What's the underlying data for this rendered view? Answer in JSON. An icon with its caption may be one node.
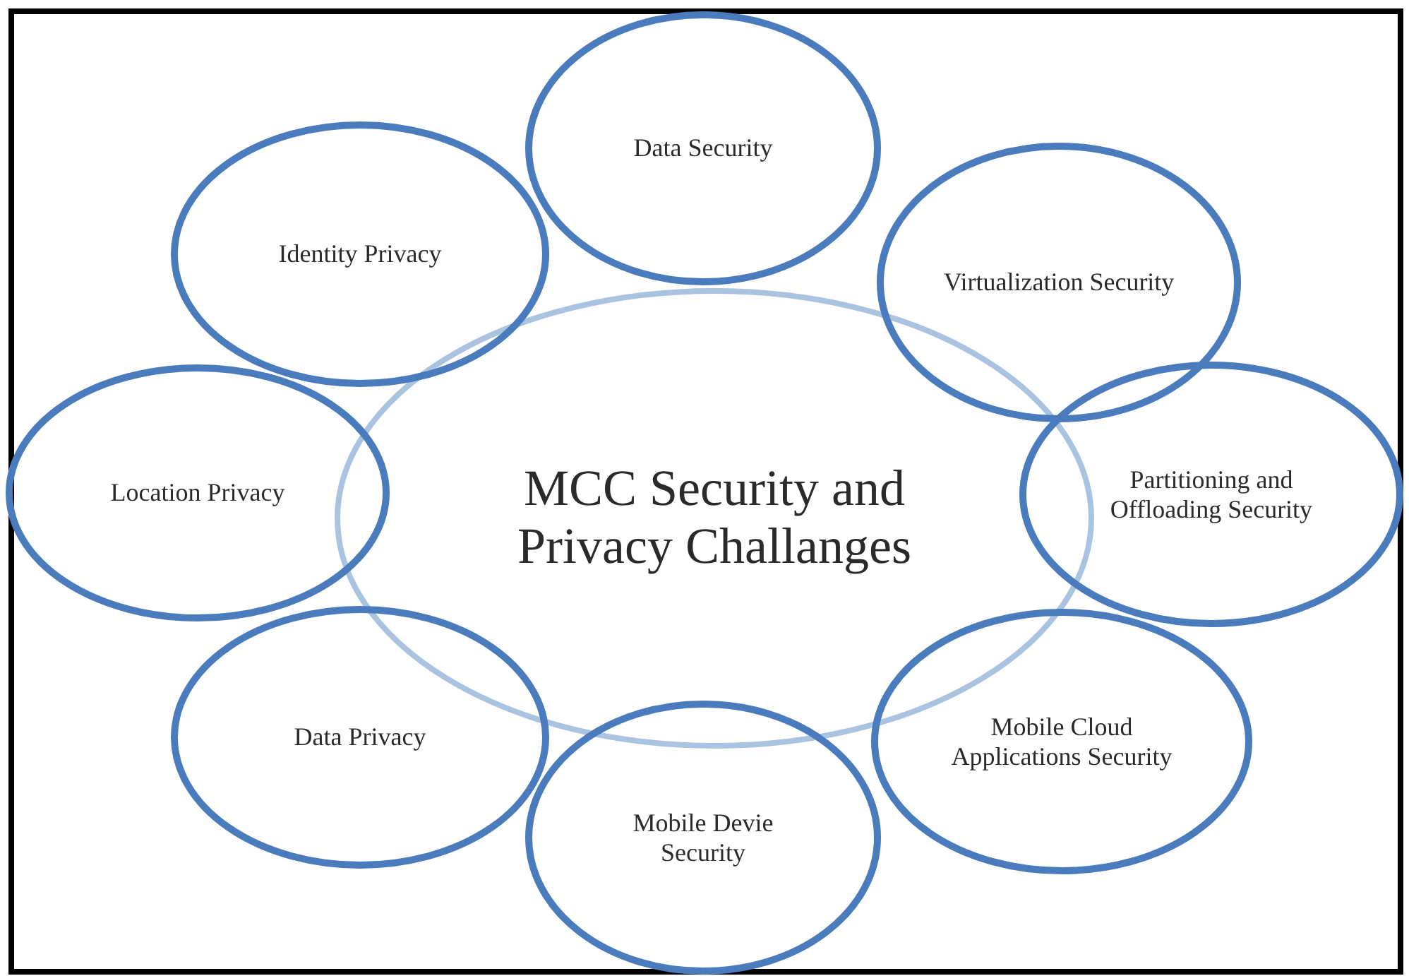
{
  "diagram": {
    "nodes": [
      {
        "text": [
          "MCC Security and Privacy Challanges"
        ]
      },
      {
        "text": [
          "Data Security"
        ]
      },
      {
        "text": [
          "Identity Privacy"
        ]
      },
      {
        "text": [
          "Virtualization Security"
        ]
      },
      {
        "text": [
          "Location Privacy"
        ]
      },
      {
        "text": [
          "Partitioning and Offloading Security"
        ]
      },
      {
        "text": [
          "Data Privacy"
        ]
      },
      {
        "text": [
          "Mobile Cloud Applications Security"
        ]
      },
      {
        "text": [
          "Mobile Devie Security"
        ]
      }
    ]
  }
}
